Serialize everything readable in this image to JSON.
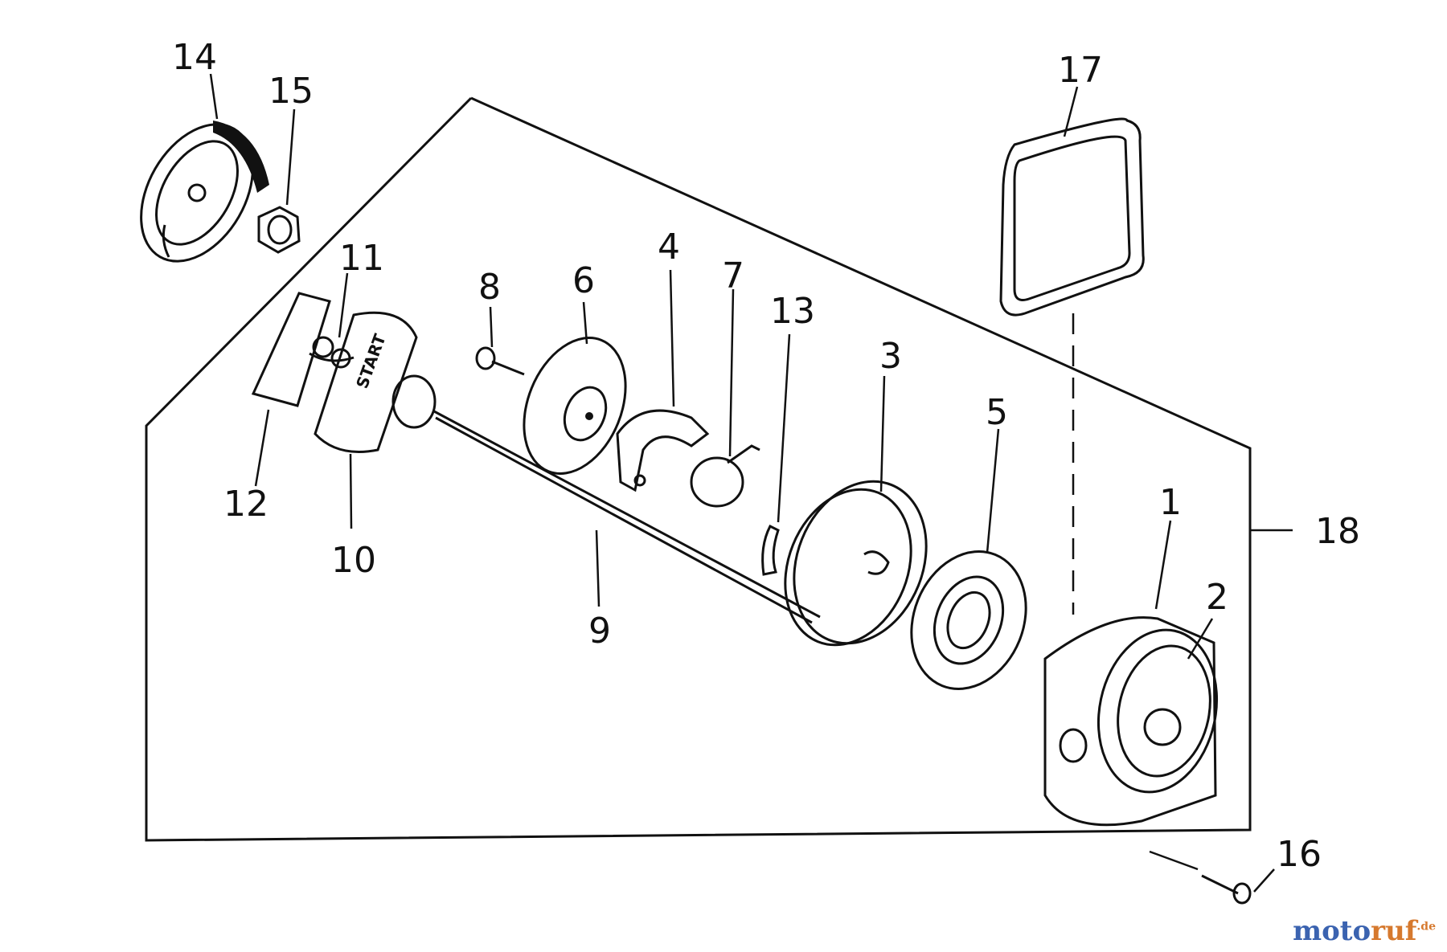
{
  "diagram": {
    "callouts": {
      "c1": "1",
      "c2": "2",
      "c3": "3",
      "c4": "4",
      "c5": "5",
      "c6": "6",
      "c7": "7",
      "c8": "8",
      "c9": "9",
      "c10": "10",
      "c11": "11",
      "c12": "12",
      "c13": "13",
      "c14": "14",
      "c15": "15",
      "c16": "16",
      "c17": "17",
      "c18": "18"
    },
    "handle_text": "START"
  },
  "watermark": {
    "brand": "motoruf",
    "tld": ".de",
    "colors": {
      "moto": "#3b63b0",
      "ruf": "#d6792e"
    }
  }
}
